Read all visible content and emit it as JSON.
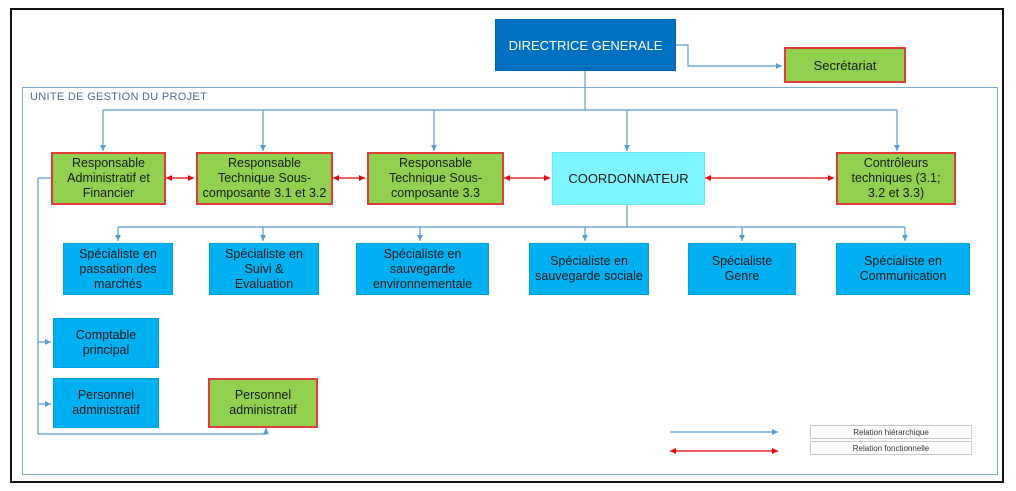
{
  "header": {
    "directrice": "DIRECTRICE GENERALE",
    "secretariat": "Secrétariat"
  },
  "unit": {
    "label": "UNITE DE GESTION DU PROJET"
  },
  "row1": {
    "raf": "Responsable Administratif et Financier",
    "rt31": "Responsable Technique Sous-composante 3.1 et 3.2",
    "rt33": "Responsable Technique Sous-composante 3.3",
    "coordonnateur": "COORDONNATEUR",
    "controleurs": "Contrôleurs techniques (3.1; 3.2 et 3.3)"
  },
  "row2": [
    "Spécialiste en passation des marchés",
    "Spécialiste en Suivi & Evaluation",
    "Spécialiste en sauvegarde environnementale",
    "Spécialiste en sauvegarde sociale",
    "Spécialiste Genre",
    "Spécialiste en Communication"
  ],
  "left_col": {
    "comptable": "Comptable principal",
    "personnel1": "Personnel administratif",
    "personnel2": "Personnel administratif"
  },
  "legend": {
    "hierarchique": "Relation hiérarchique",
    "fonctionnelle": "Relation fonctionnelle"
  },
  "colors": {
    "hier": "#5b9bd5",
    "func": "#e8000b",
    "green": "#92d050",
    "blue": "#00b0f0",
    "dg": "#0070c0",
    "coord": "#7ff6ff"
  }
}
